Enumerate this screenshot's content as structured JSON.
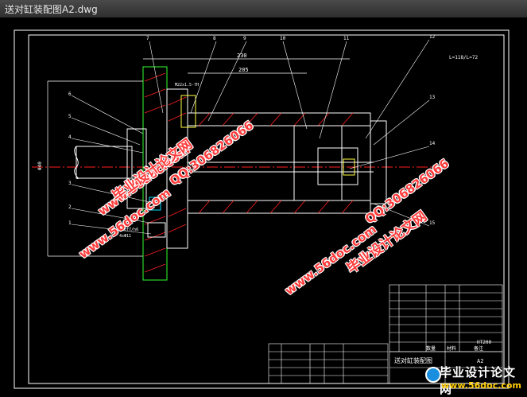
{
  "window": {
    "title": "送对缸装配图A2.dwg"
  },
  "drawing": {
    "part_labels": [
      "1",
      "2",
      "3",
      "4",
      "5",
      "6",
      "7",
      "8",
      "9",
      "10",
      "11",
      "12",
      "13",
      "14",
      "15"
    ],
    "dimensions": {
      "overall_length": "230",
      "inner_length": "205",
      "diameter": "Φ40"
    },
    "annotations": [
      "M22x1.5-7H",
      "Φ40f7/h6",
      "4xΦ11",
      "L=118/L=72"
    ],
    "title_block": {
      "drawing_name": "送对缸装配图",
      "size": "A2",
      "material": "HT200",
      "col_qty": "数量",
      "col_material": "材料",
      "col_remark": "备注"
    }
  },
  "watermarks": {
    "url": "www.56doc.com",
    "qq": "QQ:306826066",
    "site_cn": "毕业设计论文网"
  },
  "branding": {
    "name": "毕业设计论文网",
    "url": "www.56doc.com"
  },
  "colors": {
    "line_red": "#ff2020",
    "line_white": "#ffffff",
    "line_cyan": "#00e0ff",
    "line_green": "#30ff30",
    "line_yellow": "#ffff40",
    "watermark": "#ff3a3a"
  }
}
